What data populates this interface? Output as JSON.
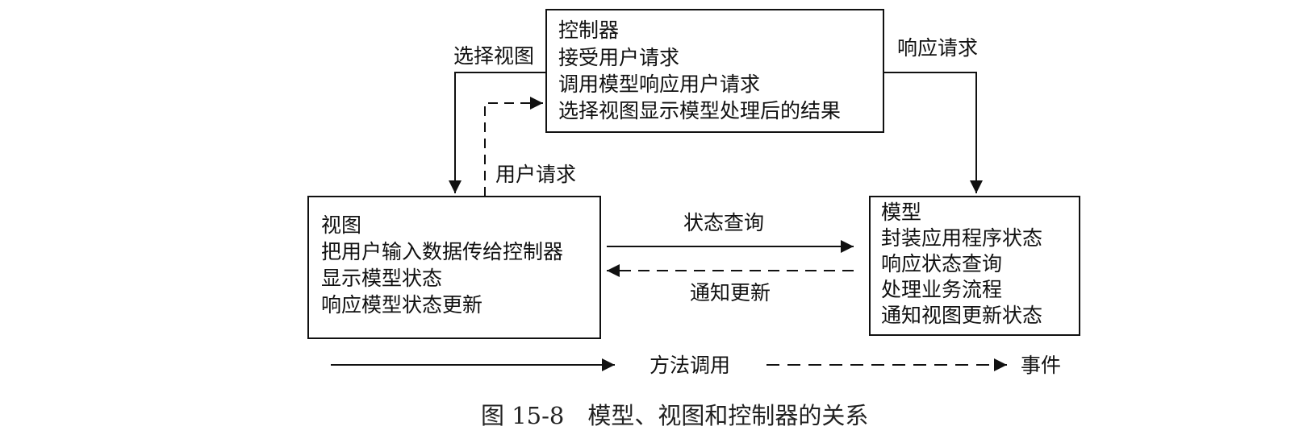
{
  "controller": {
    "lines": [
      "控制器",
      "接受用户请求",
      "调用模型响应用户请求",
      "选择视图显示模型处理后的结果"
    ]
  },
  "view": {
    "lines": [
      "视图",
      "把用户输入数据传给控制器",
      "显示模型状态",
      "响应模型状态更新"
    ]
  },
  "model": {
    "lines": [
      "模型",
      "封装应用程序状态",
      "响应状态查询",
      "处理业务流程",
      "通知视图更新状态"
    ]
  },
  "edges": {
    "select_view": "选择视图",
    "respond_request": "响应请求",
    "user_request": "用户请求",
    "state_query": "状态查询",
    "notify_update": "通知更新"
  },
  "legend": {
    "method_call": "方法调用",
    "event": "事件"
  },
  "caption": "图 15-8　模型、视图和控制器的关系",
  "colors": {
    "line": "#111111",
    "background": "#ffffff"
  }
}
